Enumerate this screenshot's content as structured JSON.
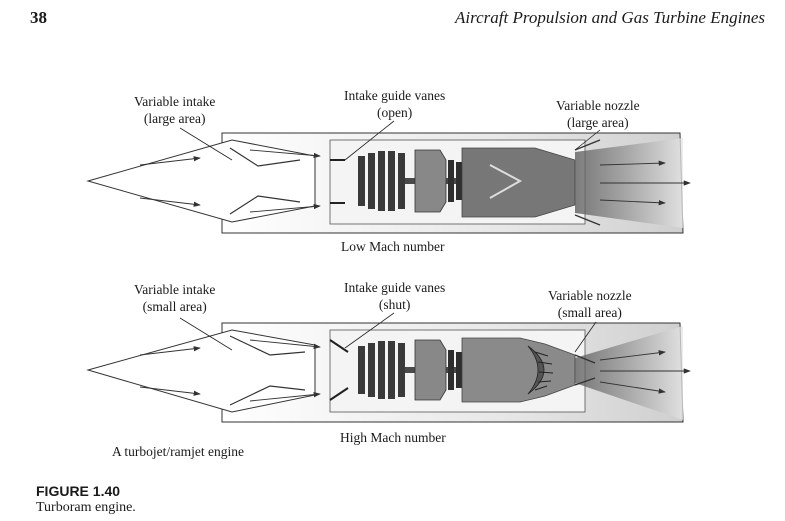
{
  "header": {
    "page_number": "38",
    "running_title": "Aircraft Propulsion and Gas Turbine Engines"
  },
  "diagram_top": {
    "intake_label": [
      "Variable intake",
      "(large area)"
    ],
    "vanes_label": [
      "Intake guide vanes",
      "(open)"
    ],
    "nozzle_label": [
      "Variable nozzle",
      "(large area)"
    ],
    "condition": "Low Mach number"
  },
  "diagram_bottom": {
    "intake_label": [
      "Variable intake",
      "(small area)"
    ],
    "vanes_label": [
      "Intake guide vanes",
      "(shut)"
    ],
    "nozzle_label": [
      "Variable nozzle",
      "(small area)"
    ],
    "condition": "High Mach number",
    "engine_label": "A turbojet/ramjet engine"
  },
  "figure": {
    "number": "FIGURE 1.40",
    "caption": "Turboram engine."
  }
}
